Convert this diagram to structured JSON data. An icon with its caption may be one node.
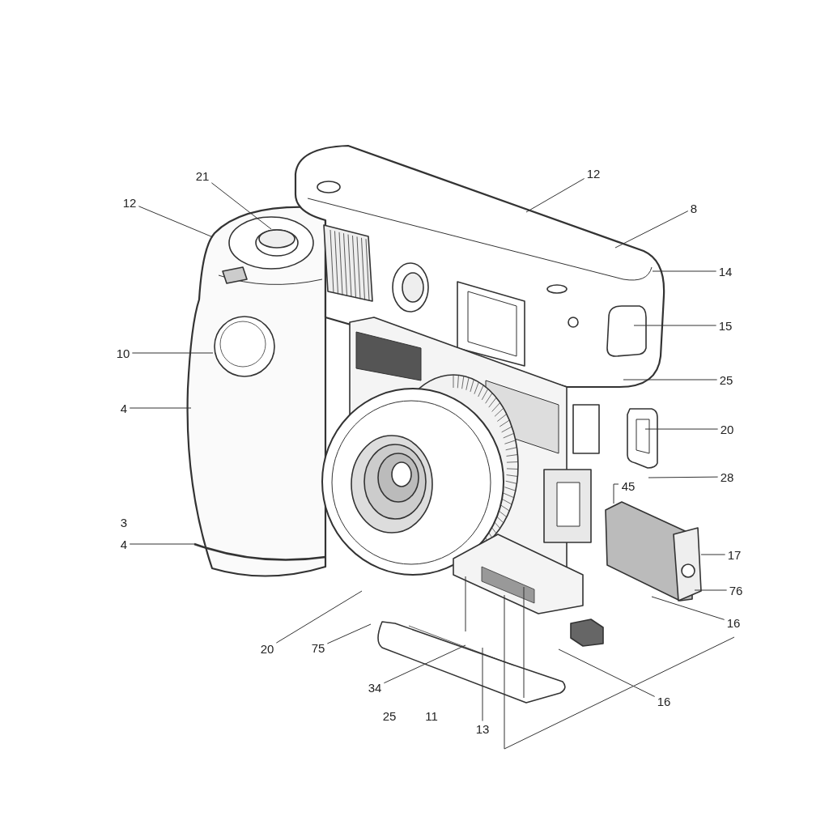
{
  "diagram": {
    "nodes": [
      {
        "text": [
          "21"
        ]
      },
      {
        "text": [
          "12"
        ]
      },
      {
        "text": [
          "12"
        ]
      },
      {
        "text": [
          "8"
        ]
      },
      {
        "text": [
          "14"
        ]
      },
      {
        "text": [
          "15"
        ]
      },
      {
        "text": [
          "10"
        ]
      },
      {
        "text": [
          "4"
        ]
      },
      {
        "text": [
          "25"
        ]
      },
      {
        "text": [
          "20"
        ]
      },
      {
        "text": [
          "28"
        ]
      },
      {
        "text": [
          "4"
        ]
      },
      {
        "text": [
          "17"
        ]
      },
      {
        "text": [
          "76"
        ]
      },
      {
        "text": [
          "16"
        ]
      },
      {
        "text": [
          "20"
        ]
      },
      {
        "text": [
          "75"
        ]
      },
      {
        "text": [
          "34"
        ]
      },
      {
        "text": [
          "16"
        ]
      },
      {
        "text": [
          "13"
        ]
      }
    ],
    "edges": [
      {
        "from": 0,
        "to": null,
        "arrow": "none"
      },
      {
        "from": 1,
        "to": null,
        "arrow": "none"
      },
      {
        "from": 2,
        "to": null,
        "arrow": "none"
      },
      {
        "from": 3,
        "to": null,
        "arrow": "none"
      },
      {
        "from": 4,
        "to": null,
        "arrow": "none"
      },
      {
        "from": 5,
        "to": null,
        "arrow": "none"
      },
      {
        "from": 6,
        "to": null,
        "arrow": "none"
      },
      {
        "from": 7,
        "to": null,
        "arrow": "none"
      },
      {
        "from": 8,
        "to": null,
        "arrow": "none"
      },
      {
        "from": 9,
        "to": null,
        "arrow": "none"
      },
      {
        "from": 10,
        "to": null,
        "arrow": "none"
      },
      {
        "from": 11,
        "to": null,
        "arrow": "none"
      },
      {
        "from": 12,
        "to": null,
        "arrow": "none"
      },
      {
        "from": 13,
        "to": null,
        "arrow": "none"
      },
      {
        "from": 14,
        "to": null,
        "arrow": "none"
      },
      {
        "from": 15,
        "to": null,
        "arrow": "none"
      },
      {
        "from": 16,
        "to": null,
        "arrow": "none"
      },
      {
        "from": 17,
        "to": null,
        "arrow": "none"
      },
      {
        "from": 18,
        "to": null,
        "arrow": "none"
      },
      {
        "from": 19,
        "to": null,
        "arrow": "none"
      }
    ],
    "labels": [
      "3",
      "45",
      "25",
      "11"
    ]
  }
}
